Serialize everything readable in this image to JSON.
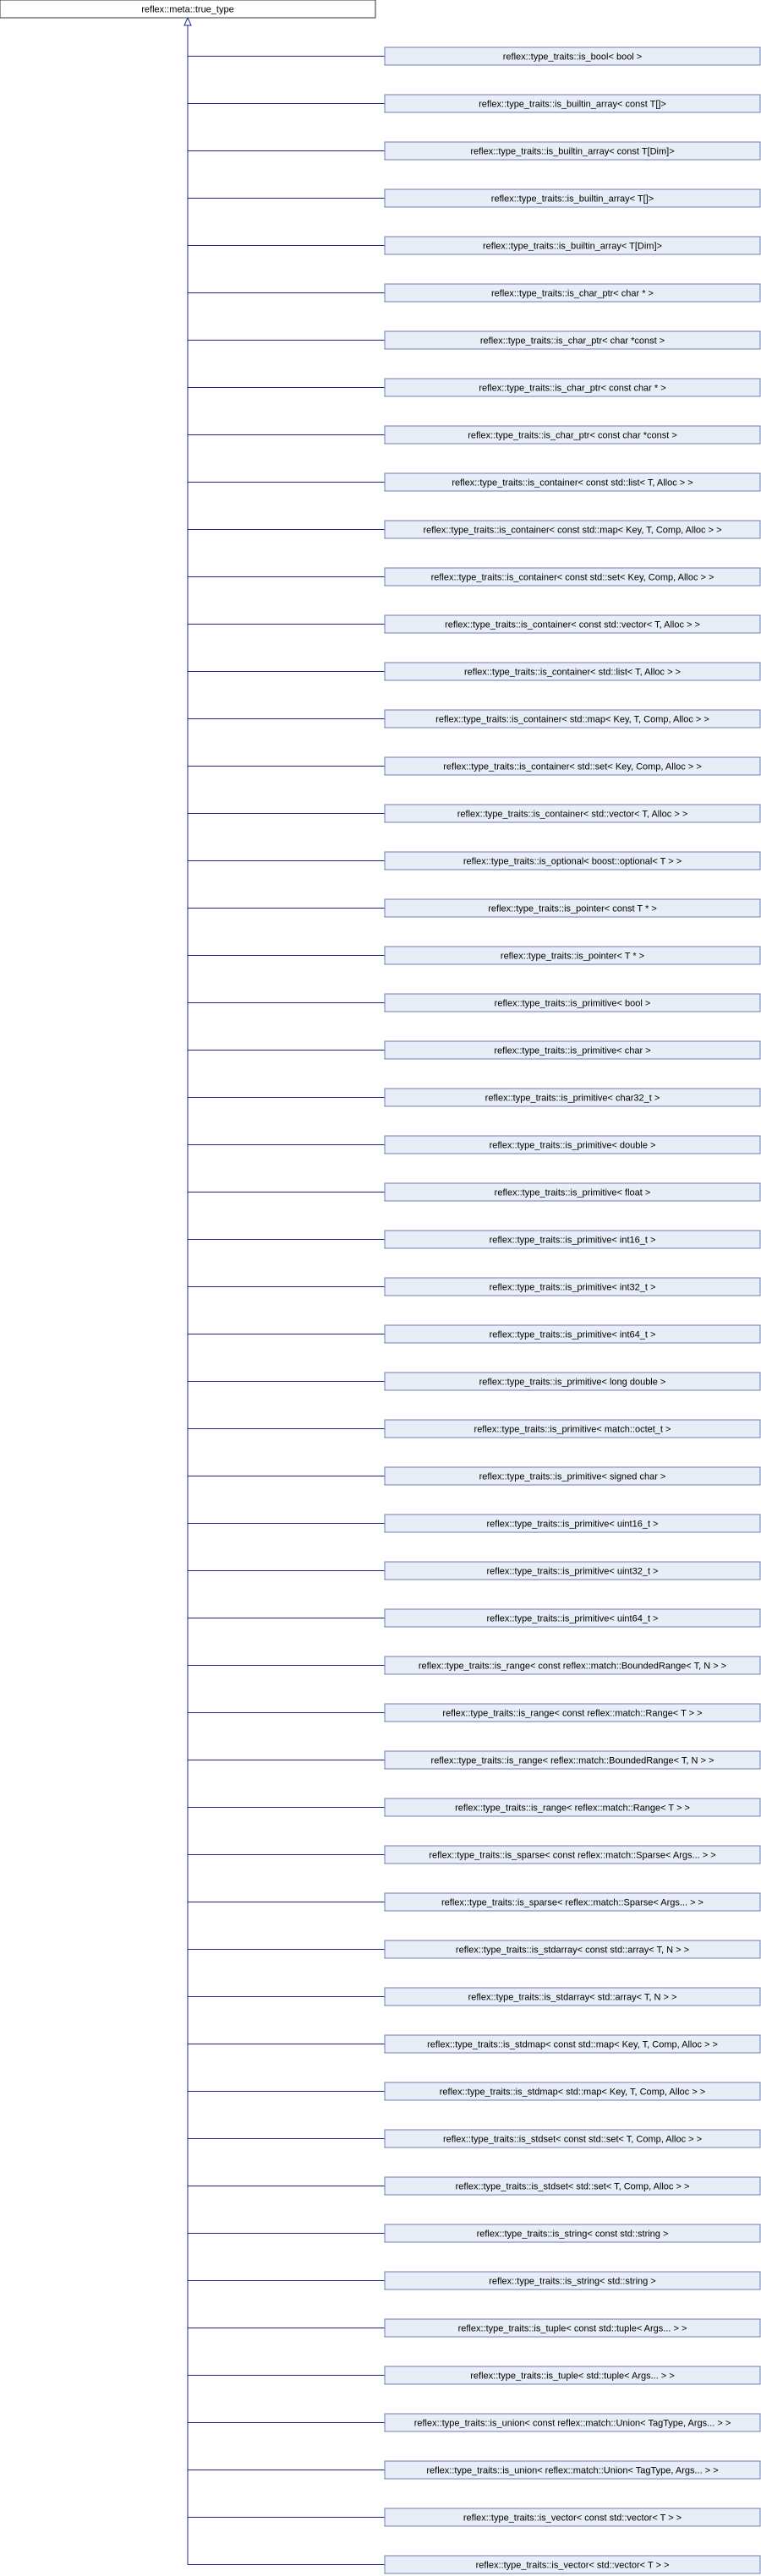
{
  "root": "reflex::meta::true_type",
  "derived": [
    "reflex::type_traits::is_bool< bool >",
    "reflex::type_traits::is_builtin_array< const T[]>",
    "reflex::type_traits::is_builtin_array< const T[Dim]>",
    "reflex::type_traits::is_builtin_array< T[]>",
    "reflex::type_traits::is_builtin_array< T[Dim]>",
    "reflex::type_traits::is_char_ptr< char * >",
    "reflex::type_traits::is_char_ptr< char *const  >",
    "reflex::type_traits::is_char_ptr< const char * >",
    "reflex::type_traits::is_char_ptr< const char *const  >",
    "reflex::type_traits::is_container< const std::list< T, Alloc > >",
    "reflex::type_traits::is_container< const std::map< Key, T, Comp, Alloc > >",
    "reflex::type_traits::is_container< const std::set< Key, Comp, Alloc > >",
    "reflex::type_traits::is_container< const std::vector< T, Alloc > >",
    "reflex::type_traits::is_container< std::list< T, Alloc > >",
    "reflex::type_traits::is_container< std::map< Key, T, Comp, Alloc > >",
    "reflex::type_traits::is_container< std::set< Key, Comp, Alloc > >",
    "reflex::type_traits::is_container< std::vector< T, Alloc > >",
    "reflex::type_traits::is_optional< boost::optional< T > >",
    "reflex::type_traits::is_pointer< const T * >",
    "reflex::type_traits::is_pointer< T * >",
    "reflex::type_traits::is_primitive< bool >",
    "reflex::type_traits::is_primitive< char >",
    "reflex::type_traits::is_primitive< char32_t >",
    "reflex::type_traits::is_primitive< double >",
    "reflex::type_traits::is_primitive< float >",
    "reflex::type_traits::is_primitive< int16_t >",
    "reflex::type_traits::is_primitive< int32_t >",
    "reflex::type_traits::is_primitive< int64_t >",
    "reflex::type_traits::is_primitive< long double >",
    "reflex::type_traits::is_primitive< match::octet_t >",
    "reflex::type_traits::is_primitive< signed char >",
    "reflex::type_traits::is_primitive< uint16_t >",
    "reflex::type_traits::is_primitive< uint32_t >",
    "reflex::type_traits::is_primitive< uint64_t >",
    "reflex::type_traits::is_range< const reflex::match::BoundedRange< T, N > >",
    "reflex::type_traits::is_range< const reflex::match::Range< T > >",
    "reflex::type_traits::is_range< reflex::match::BoundedRange< T, N > >",
    "reflex::type_traits::is_range< reflex::match::Range< T > >",
    "reflex::type_traits::is_sparse< const reflex::match::Sparse< Args... > >",
    "reflex::type_traits::is_sparse< reflex::match::Sparse< Args... > >",
    "reflex::type_traits::is_stdarray< const std::array< T, N > >",
    "reflex::type_traits::is_stdarray< std::array< T, N > >",
    "reflex::type_traits::is_stdmap< const std::map< Key, T, Comp, Alloc > >",
    "reflex::type_traits::is_stdmap< std::map< Key, T, Comp, Alloc > >",
    "reflex::type_traits::is_stdset< const std::set< T, Comp, Alloc > >",
    "reflex::type_traits::is_stdset< std::set< T, Comp, Alloc > >",
    "reflex::type_traits::is_string< const std::string >",
    "reflex::type_traits::is_string< std::string >",
    "reflex::type_traits::is_tuple< const std::tuple< Args... > >",
    "reflex::type_traits::is_tuple< std::tuple< Args... > >",
    "reflex::type_traits::is_union< const reflex::match::Union< TagType, Args... > >",
    "reflex::type_traits::is_union< reflex::match::Union< TagType, Args... > >",
    "reflex::type_traits::is_vector< const std::vector< T > >",
    "reflex::type_traits::is_vector< std::vector< T > >"
  ],
  "colors": {
    "node_fill": "#e8edf7",
    "node_border": "#6b7fb8",
    "edge": "#1f2a8a"
  }
}
